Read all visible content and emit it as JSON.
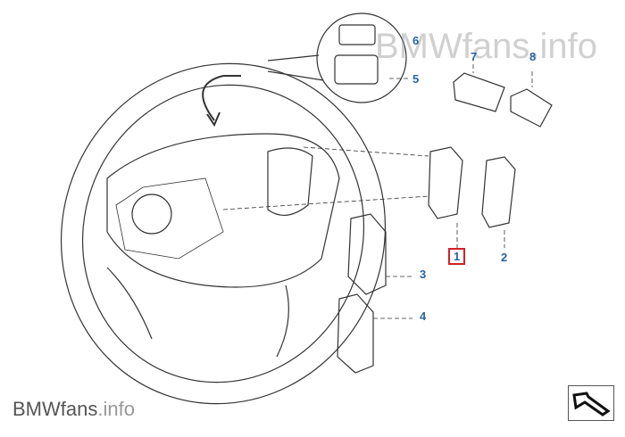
{
  "diagram": {
    "title": "Steering wheel multifunction switches",
    "part_labels": [
      "1",
      "2",
      "3",
      "4",
      "5",
      "6",
      "7",
      "8"
    ],
    "selected_label": "1",
    "selected_color": "#d0202a",
    "label_color": "#2a62a8"
  },
  "watermark": {
    "text": "BMWfans.info"
  },
  "logo": {
    "brand": "BMWfans",
    "suffix": ".info"
  },
  "nav": {
    "icon": "arrow-back-icon"
  }
}
